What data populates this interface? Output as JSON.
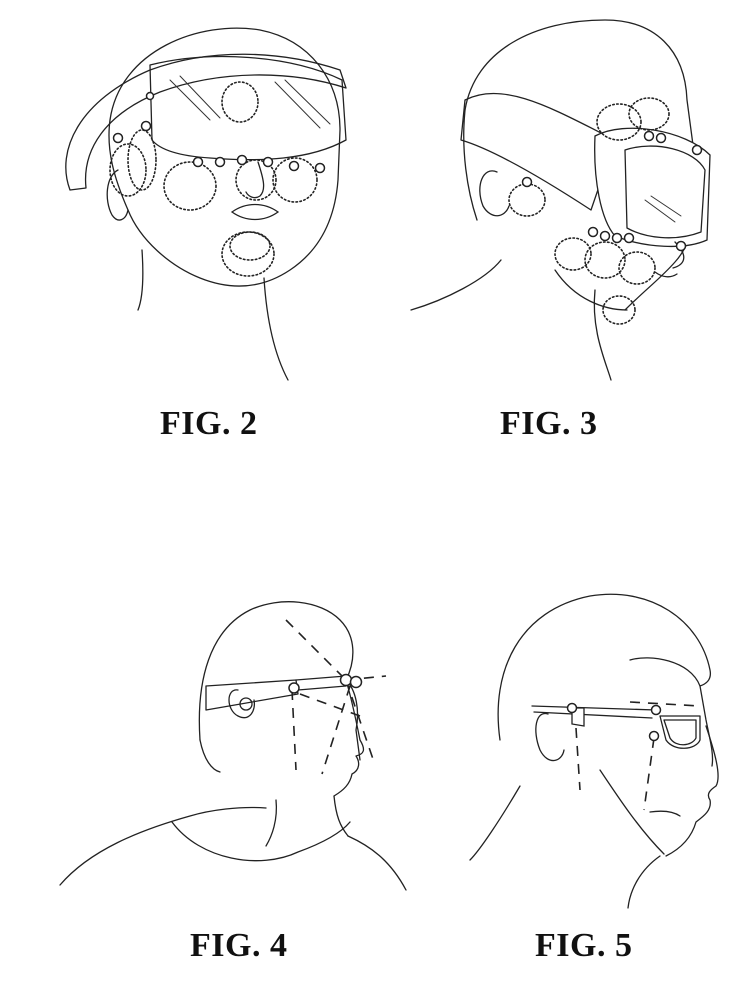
{
  "figures": [
    {
      "id": "fig2",
      "label": "FIG. 2",
      "device": "mixed-reality-headset-front-view"
    },
    {
      "id": "fig3",
      "label": "FIG. 3",
      "device": "vr-headset-side-view"
    },
    {
      "id": "fig4",
      "label": "FIG. 4",
      "device": "smart-glasses-side-view"
    },
    {
      "id": "fig5",
      "label": "FIG. 5",
      "device": "eyeglasses-side-view"
    }
  ],
  "colors": {
    "background": "#ffffff",
    "ink": "#222222"
  }
}
